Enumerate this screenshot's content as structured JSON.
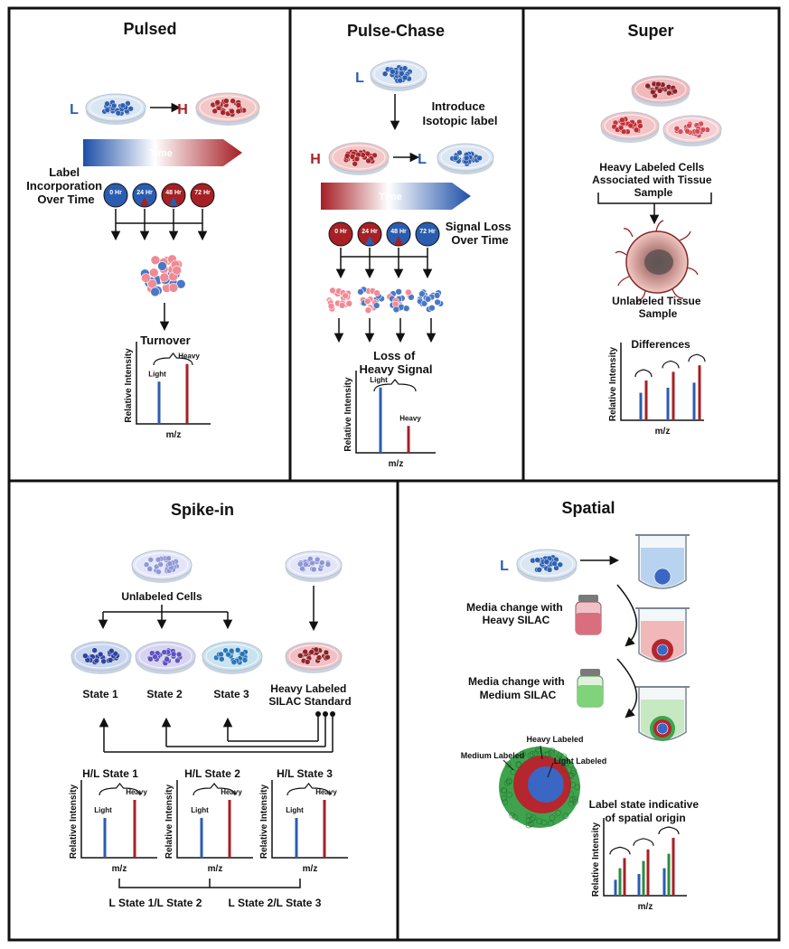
{
  "panels": {
    "pulsed": {
      "title": "Pulsed",
      "light_tag": "L",
      "heavy_tag": "H",
      "time_label": "Time",
      "side_label": [
        "Label",
        "Incorporation",
        "Over Time"
      ],
      "timepoints": [
        "0 Hr",
        "24 Hr",
        "48 Hr",
        "72 Hr"
      ],
      "result_label": "Turnover",
      "y_label": "Relative Intensity",
      "x_label": "m/z",
      "peak_labels": [
        "Light",
        "Heavy"
      ]
    },
    "pulse_chase": {
      "title": "Pulse-Chase",
      "light_tag": "L",
      "heavy_tag": "H",
      "step_label": [
        "Introduce",
        "Isotopic label"
      ],
      "time_label": "Time",
      "side_label": [
        "Signal Loss",
        "Over Time"
      ],
      "timepoints": [
        "0 Hr",
        "24 Hr",
        "48 Hr",
        "72 Hr"
      ],
      "result_label": [
        "Loss of",
        "Heavy Signal"
      ],
      "y_label": "Relative Intensity",
      "x_label": "m/z",
      "peak_labels": [
        "Light",
        "Heavy"
      ]
    },
    "super": {
      "title": "Super",
      "cells_label": [
        "Heavy Labeled Cells",
        "Associated with Tissue",
        "Sample"
      ],
      "tissue_label": [
        "Unlabeled Tissue",
        "Sample"
      ],
      "chart_title": "Differences",
      "y_label": "Relative Intensity",
      "x_label": "m/z"
    },
    "spike_in": {
      "title": "Spike-in",
      "unlabeled_label": "Unlabeled Cells",
      "states": [
        "State 1",
        "State 2",
        "State 3"
      ],
      "standard_label": [
        "Heavy Labeled",
        "SILAC Standard"
      ],
      "ratio_labels": [
        "H/L State 1",
        "H/L State 2",
        "H/L State 3"
      ],
      "y_label": "Relative Intensity",
      "x_label": "m/z",
      "peak_labels": [
        "Light",
        "Heavy"
      ],
      "bottom_labels": [
        "L State 1/L State 2",
        "L State 2/L State 3"
      ]
    },
    "spatial": {
      "title": "Spatial",
      "light_tag": "L",
      "media_heavy": [
        "Media change with",
        "Heavy  SILAC"
      ],
      "media_medium": [
        "Media change with",
        "Medium  SILAC"
      ],
      "layer_labels": [
        "Medium Labeled",
        "Heavy Labeled",
        "Light Labeled"
      ],
      "chart_title": [
        "Label state indicative",
        "of spatial origin"
      ],
      "y_label": "Relative Intensity",
      "x_label": "m/z"
    }
  },
  "colors": {
    "light": "#2a5db0",
    "heavy": "#a62025",
    "medium": "#2e8b3e",
    "border": "#111111"
  },
  "chart_data": [
    {
      "type": "bar",
      "name": "pulsed",
      "categories": [
        "Light",
        "Heavy"
      ],
      "values": [
        0.55,
        0.78
      ]
    },
    {
      "type": "bar",
      "name": "pulse-chase",
      "categories": [
        "Light",
        "Heavy"
      ],
      "values": [
        0.85,
        0.35
      ]
    },
    {
      "type": "bar",
      "name": "super",
      "series": [
        {
          "name": "Light",
          "values": [
            0.38,
            0.45,
            0.52
          ]
        },
        {
          "name": "Heavy",
          "values": [
            0.55,
            0.67,
            0.76
          ]
        }
      ]
    },
    {
      "type": "bar",
      "name": "spike-in H/L State 1",
      "categories": [
        "Light",
        "Heavy"
      ],
      "values": [
        0.55,
        0.8
      ]
    },
    {
      "type": "bar",
      "name": "spike-in H/L State 2",
      "categories": [
        "Light",
        "Heavy"
      ],
      "values": [
        0.55,
        0.8
      ]
    },
    {
      "type": "bar",
      "name": "spike-in H/L State 3",
      "categories": [
        "Light",
        "Heavy"
      ],
      "values": [
        0.55,
        0.8
      ]
    },
    {
      "type": "bar",
      "name": "spatial",
      "series": [
        {
          "name": "Light",
          "values": [
            0.22,
            0.3,
            0.38
          ]
        },
        {
          "name": "Medium",
          "values": [
            0.38,
            0.48,
            0.58
          ]
        },
        {
          "name": "Heavy",
          "values": [
            0.52,
            0.64,
            0.8
          ]
        }
      ]
    }
  ]
}
